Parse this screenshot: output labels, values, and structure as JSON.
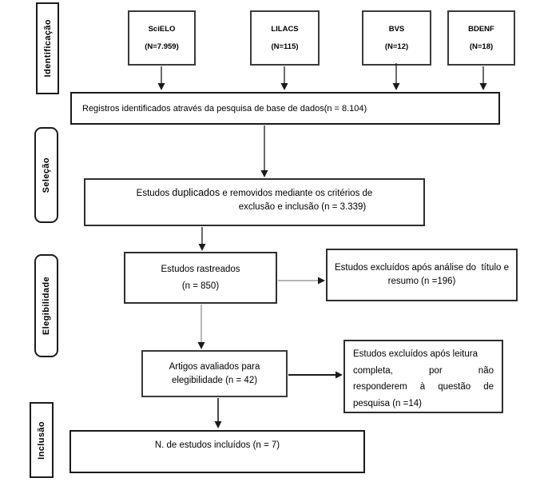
{
  "diagram": {
    "phases": {
      "identification": "Identificação",
      "selection": "Seleção",
      "eligibility": "Elegibilidade",
      "inclusion": "Inclusão"
    },
    "databases": [
      {
        "name": "SciELO",
        "count": "(N=7.959)"
      },
      {
        "name": "LILACS",
        "count": "(N=115)"
      },
      {
        "name": "BVS",
        "count": "(N=12)"
      },
      {
        "name": "BDENF",
        "count": "(N=18)"
      }
    ],
    "boxes": {
      "records": "Registros identificados através da pesquisa de base de dados(n = 8.104)",
      "duplicates": {
        "pre": "Estudos ",
        "emphasis": "duplicados",
        "post": " e removidos mediante os critérios de",
        "line2": "exclusão e inclusão (n = 3.339)"
      },
      "screened": {
        "line1": "Estudos rastreados",
        "line2": "(n = 850)"
      },
      "excluded_screening": {
        "line1": "Estudos excluídos após análise do  título e",
        "line2": "resumo (n =196)"
      },
      "assessed": {
        "line1": "Artigos avaliados para",
        "line2": "elegibilidade (n = 42)"
      },
      "excluded_fulltext": {
        "line1": "Estudos excluídos após leitura",
        "line2": "completa, por não",
        "line3": "responderem à questão de",
        "line4": "pesquisa (n =14)"
      },
      "included": "N. de estudos incluídos (n = 7)"
    },
    "colors": {
      "line_gray": "#9a9a9a",
      "line_black": "#1a1a1a"
    }
  }
}
